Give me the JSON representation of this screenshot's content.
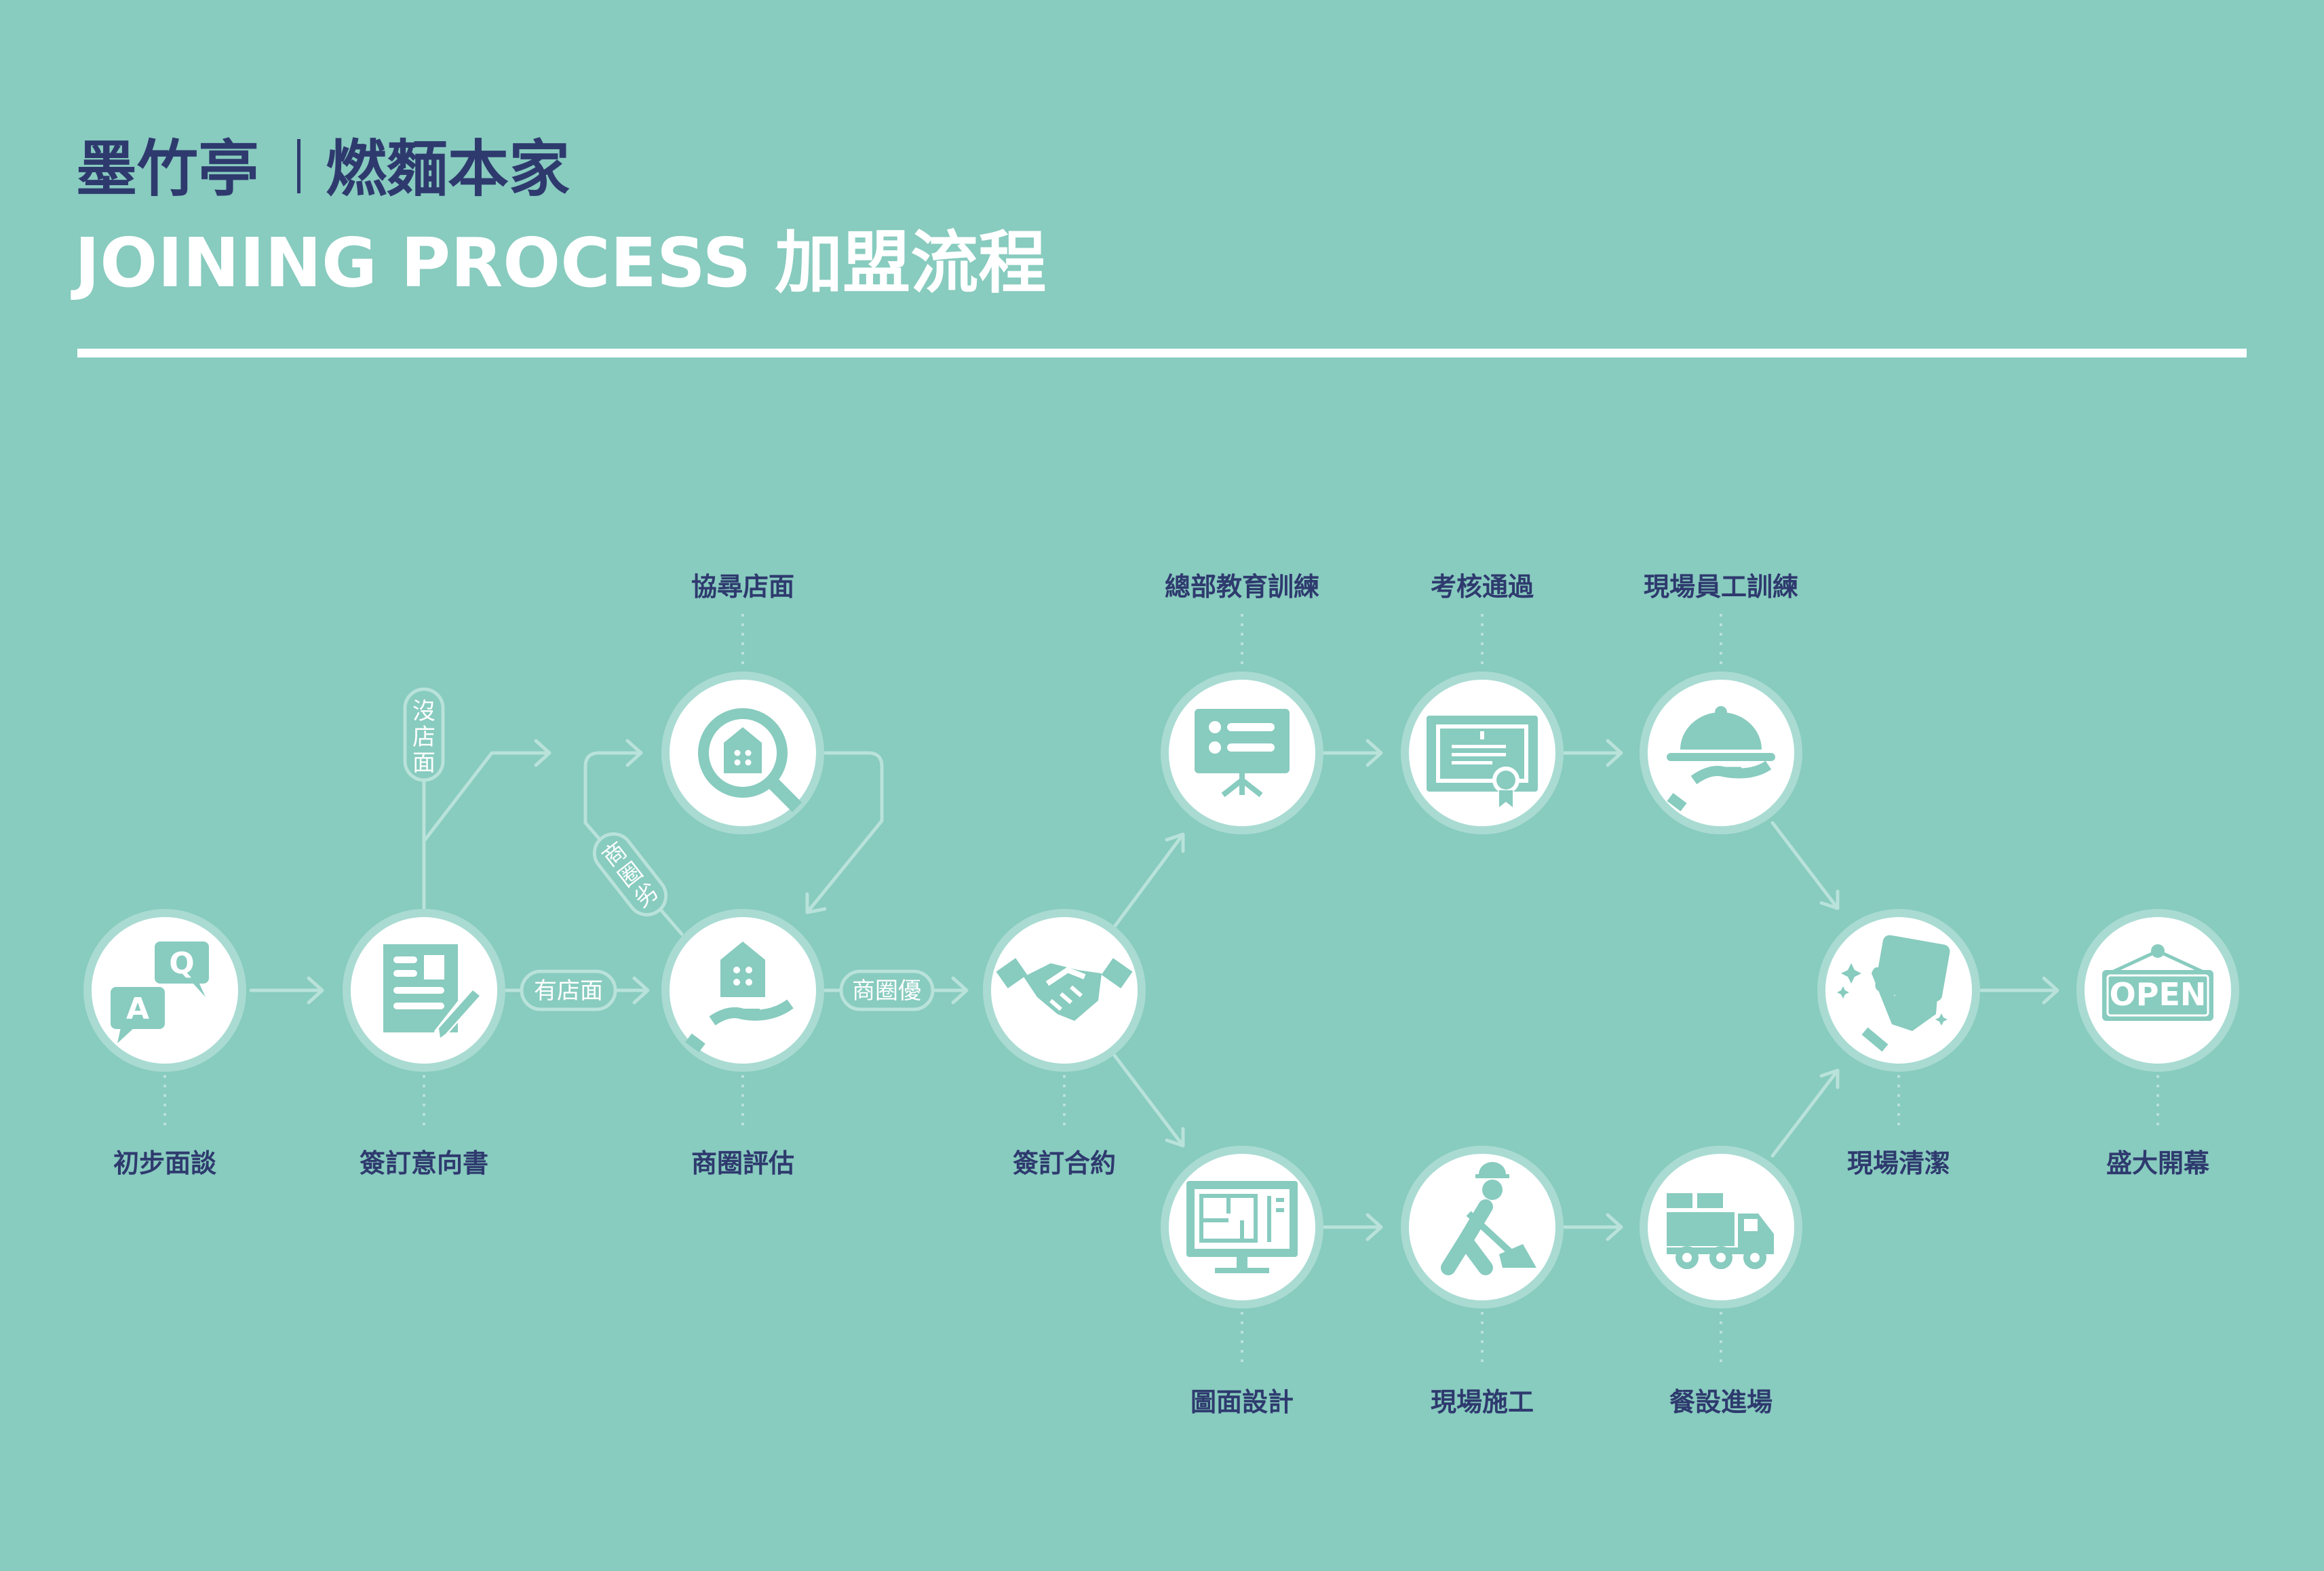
{
  "header": {
    "brand_a": "墨竹亭",
    "brand_b": "燃麵本家",
    "subtitle": "JOINING PROCESS 加盟流程"
  },
  "steps": [
    {
      "label": "初步面談",
      "icon": "qa-chat-icon"
    },
    {
      "label": "簽訂意向書",
      "icon": "document-pen-icon"
    },
    {
      "label": "協尋店面",
      "icon": "house-search-icon"
    },
    {
      "label": "商圈評估",
      "icon": "house-hand-icon"
    },
    {
      "label": "簽訂合約",
      "icon": "handshake-icon"
    },
    {
      "label": "總部教育訓練",
      "icon": "presentation-board-icon"
    },
    {
      "label": "考核通過",
      "icon": "certificate-icon"
    },
    {
      "label": "現場員工訓練",
      "icon": "food-cloche-hand-icon"
    },
    {
      "label": "圖面設計",
      "icon": "blueprint-monitor-icon"
    },
    {
      "label": "現場施工",
      "icon": "construction-worker-icon"
    },
    {
      "label": "餐設進場",
      "icon": "delivery-truck-icon"
    },
    {
      "label": "現場清潔",
      "icon": "cleaning-glove-icon"
    },
    {
      "label": "盛大開幕",
      "icon": "open-sign-icon",
      "sign_text": "OPEN"
    }
  ],
  "branches": {
    "no_store": [
      "沒",
      "店",
      "面"
    ],
    "has_store": "有店面",
    "area_poor": [
      "商",
      "圈",
      "劣"
    ],
    "area_good": "商圈優"
  },
  "colors": {
    "background": "#88cbbf",
    "navy": "#2e3a6e",
    "line": "#b8e2da"
  }
}
